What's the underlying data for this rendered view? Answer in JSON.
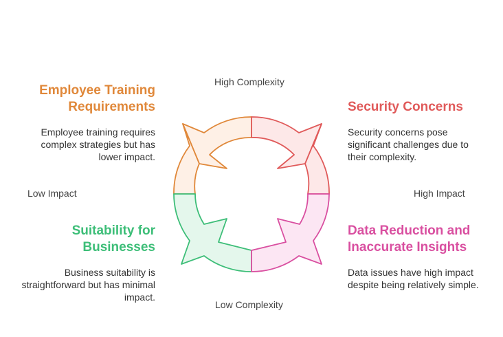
{
  "axes": {
    "top": "High Complexity",
    "bottom": "Low Complexity",
    "left": "Low Impact",
    "right": "High Impact"
  },
  "quadrants": {
    "top_left": {
      "title": "Employee Training Requirements",
      "description": "Employee training requires complex strategies but has lower impact.",
      "color": "#E0883A",
      "fill": "#FEF0E6"
    },
    "top_right": {
      "title": "Security Concerns",
      "description": "Security concerns pose significant challenges due to their complexity.",
      "color": "#E05A5A",
      "fill": "#FDE8E8"
    },
    "bottom_left": {
      "title": "Suitability for Businesses",
      "description": "Business suitability is straightforward but has minimal impact.",
      "color": "#3DBE78",
      "fill": "#E4F7EC"
    },
    "bottom_right": {
      "title": "Data Reduction and Inaccurate Insights",
      "description": "Data issues have high impact despite being relatively simple.",
      "color": "#D94FA0",
      "fill": "#FCE6F3"
    }
  }
}
